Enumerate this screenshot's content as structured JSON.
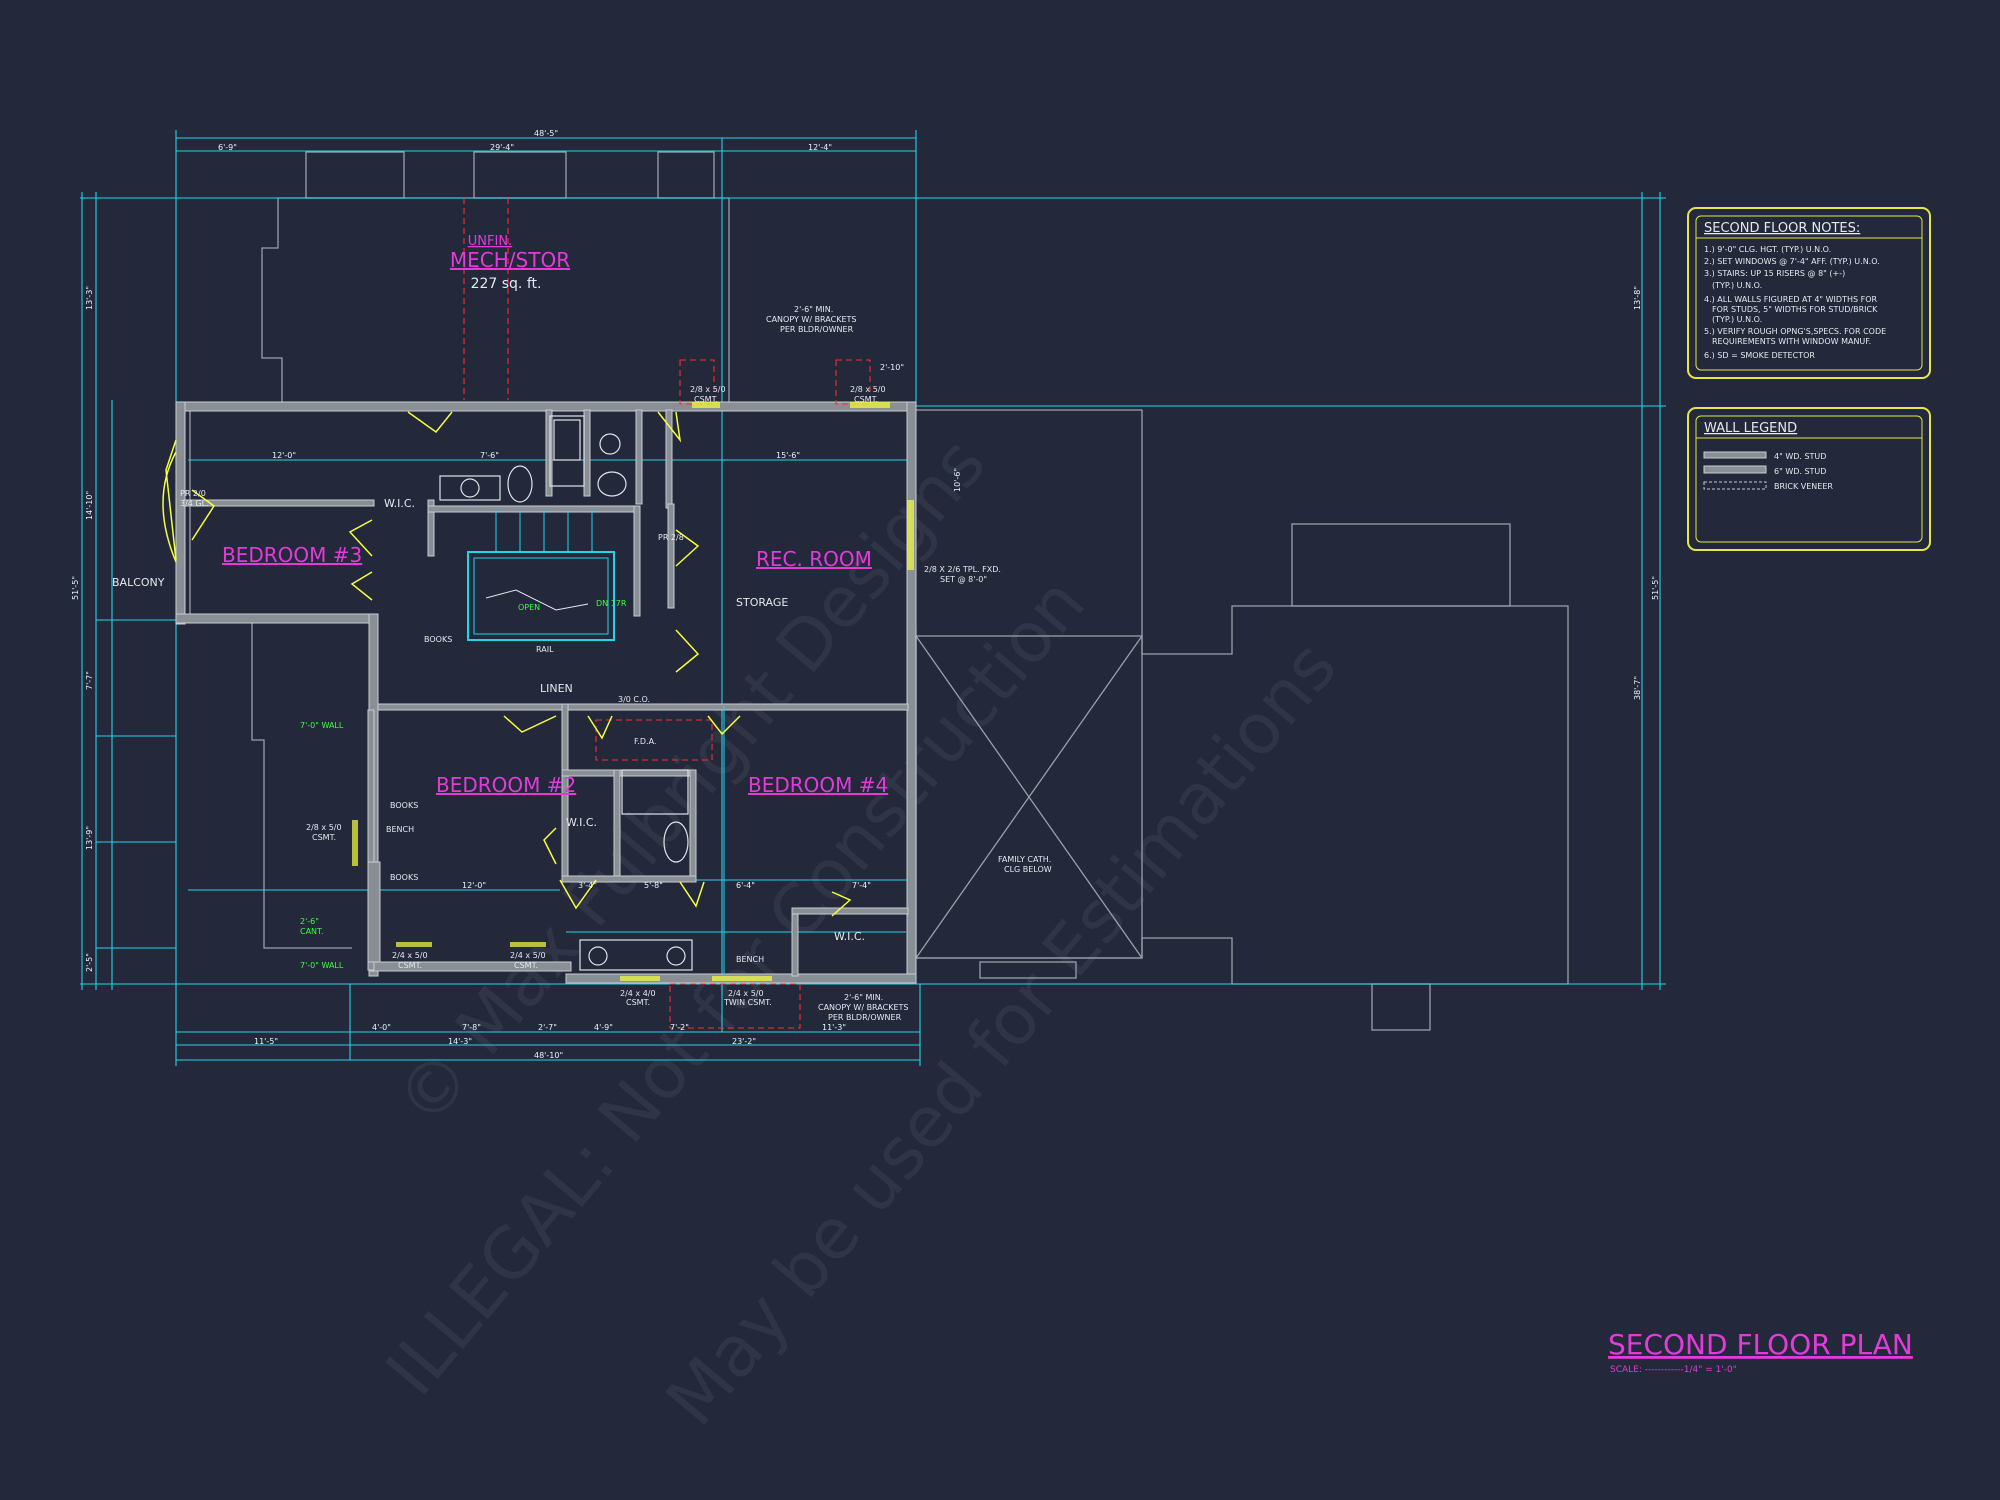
{
  "title": "SECOND FLOOR PLAN",
  "scale_label": "SCALE: ------------1/4\" = 1'-0\"",
  "rooms": {
    "mech_unfin": "UNFIN.",
    "mech": "MECH/STOR",
    "mech_area": "227 sq. ft.",
    "bedroom3": "BEDROOM #3",
    "bedroom2": "BEDROOM #2",
    "bedroom4": "BEDROOM #4",
    "rec_room": "REC. ROOM",
    "balcony": "BALCONY",
    "storage": "STORAGE",
    "linen": "LINEN",
    "wic1": "W.I.C.",
    "wic2": "W.I.C.",
    "wic3": "W.I.C.",
    "books1": "BOOKS",
    "books2": "BOOKS",
    "books3": "BOOKS",
    "bench1": "BENCH",
    "bench2": "BENCH",
    "rail": "RAIL",
    "open": "OPEN",
    "dn": "DN 17R",
    "co": "3/0 C.O.",
    "fda": "F.D.A.",
    "family_cath": "FAMILY CATH.",
    "clg_below": "CLG BELOW"
  },
  "notes": {
    "heading": "SECOND FLOOR NOTES:",
    "items": [
      "1.) 9'-0\" CLG. HGT. (TYP.) U.N.O.",
      "2.) SET WINDOWS @ 7'-4\" AFF. (TYP.) U.N.O.",
      "3.) STAIRS: UP 15 RISERS @ 8\" (+-)",
      "(TYP.) U.N.O.",
      "4.) ALL WALLS FIGURED AT 4\" WIDTHS FOR",
      "FOR STUDS, 5\" WIDTHS FOR STUD/BRICK",
      "(TYP.) U.N.O.",
      "5.) VERIFY ROUGH OPNG'S,SPECS. FOR CODE",
      "REQUIREMENTS WITH WINDOW MANUF.",
      "6.) SD = SMOKE DETECTOR"
    ]
  },
  "legend": {
    "heading": "WALL LEGEND",
    "items": [
      "4\" WD. STUD",
      "6\" WD. STUD",
      "BRICK VENEER"
    ]
  },
  "annotations": {
    "canopy_top": "2'-6\" MIN.",
    "canopy_top2": "CANOPY W/ BRACKETS",
    "canopy_top3": "PER BLDR/OWNER",
    "canopy_bot": "2'-6\" MIN.",
    "canopy_bot2": "CANOPY W/ BRACKETS",
    "canopy_bot3": "PER BLDR/OWNER",
    "win_csmt1": "2/8 x 5/0",
    "win_csmt1b": "CSMT.",
    "win_csmt2": "2/8 x 5/0",
    "win_csmt2b": "CSMT.",
    "win_tpl": "2/8 X 2/6 TPL. FXD.",
    "win_tpl2": "SET @ 8'-0\"",
    "win_side": "2/8 x 5/0",
    "win_side2": "CSMT.",
    "win_b1": "2/4 x 5/0",
    "win_b1b": "CSMT.",
    "win_b2": "2/4 x 5/0",
    "win_b2b": "CSMT.",
    "win_b3": "2/4 x 4/0",
    "win_b3b": "CSMT.",
    "win_b4": "2/4 x 5/0",
    "win_b4b": "TWIN CSMT.",
    "pr_door": "PR 2/0",
    "pr_door2": "3/4 GL.",
    "pr_door3": "PR 2/8",
    "wall7a": "7'-0\" WALL",
    "wall7b": "7'-0\" WALL",
    "cant": "2'-6\"",
    "cant2": "CANT."
  },
  "dims": {
    "top_total": "48'-5\"",
    "top_a": "6'-9\"",
    "top_b": "29'-4\"",
    "top_c": "12'-4\"",
    "bot_total": "48'-10\"",
    "bot_a": "11'-5\"",
    "bot_b": "14'-3\"",
    "bot_c": "23'-2\"",
    "bot_d": "4'-0\"",
    "bot_e": "7'-8\"",
    "bot_f": "2'-7\"",
    "bot_g": "4'-9\"",
    "bot_h": "7'-2\"",
    "bot_i": "11'-3\"",
    "left_total": "51'-5\"",
    "left_a": "13'-3\"",
    "left_b": "14'-10\"",
    "left_c": "7'-7\"",
    "left_d": "13'-9\"",
    "left_e": "2'-5\"",
    "right_total": "51'-5\"",
    "right_a": "13'-8\"",
    "right_b": "38'-7\"",
    "in_a": "12'-0\"",
    "in_b": "7'-6\"",
    "in_c": "15'-6\"",
    "in_d": "10'-6\"",
    "in_e": "2'-10\"",
    "in_f": "12'-0\"",
    "in_g": "5'-8\"",
    "in_h": "6'-4\"",
    "in_i": "7'-4\"",
    "in_j": "3'-4\""
  }
}
